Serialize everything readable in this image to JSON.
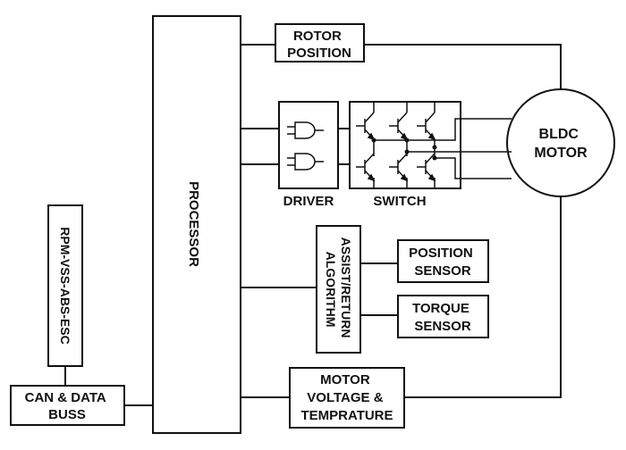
{
  "diagram": {
    "colors": {
      "line": "#111111",
      "background": "#ffffff"
    },
    "blocks": {
      "processor": {
        "label": "PROCESSOR"
      },
      "rotor_position": {
        "lines": [
          "ROTOR",
          "POSITION"
        ]
      },
      "driver": {
        "label": "DRIVER",
        "contents": "two AND gates"
      },
      "switch": {
        "label": "SWITCH",
        "contents": "six transistors (3-phase bridge)"
      },
      "bldc_motor": {
        "lines": [
          "BLDC",
          "MOTOR"
        ]
      },
      "assist_return_algorithm": {
        "lines": [
          "ASSIST/RETURN",
          "ALGORITHM"
        ]
      },
      "position_sensor": {
        "lines": [
          "POSITION",
          "SENSOR"
        ]
      },
      "torque_sensor": {
        "lines": [
          "TORQUE",
          "SENSOR"
        ]
      },
      "motor_voltage_temp": {
        "lines": [
          "MOTOR",
          "VOLTAGE &",
          "TEMPRATURE"
        ]
      },
      "rpm_vss_abs_esc": {
        "label": "RPM-VSS-ABS-ESC"
      },
      "can_data_buss": {
        "lines": [
          "CAN & DATA",
          "BUSS"
        ]
      }
    },
    "connections": [
      [
        "processor",
        "rotor_position"
      ],
      [
        "rotor_position",
        "bldc_motor"
      ],
      [
        "processor",
        "driver"
      ],
      [
        "driver",
        "switch"
      ],
      [
        "switch",
        "bldc_motor"
      ],
      [
        "processor",
        "assist_return_algorithm"
      ],
      [
        "assist_return_algorithm",
        "position_sensor"
      ],
      [
        "assist_return_algorithm",
        "torque_sensor"
      ],
      [
        "processor",
        "motor_voltage_temp"
      ],
      [
        "motor_voltage_temp",
        "bldc_motor"
      ],
      [
        "rpm_vss_abs_esc",
        "can_data_buss"
      ],
      [
        "can_data_buss",
        "processor"
      ]
    ]
  }
}
